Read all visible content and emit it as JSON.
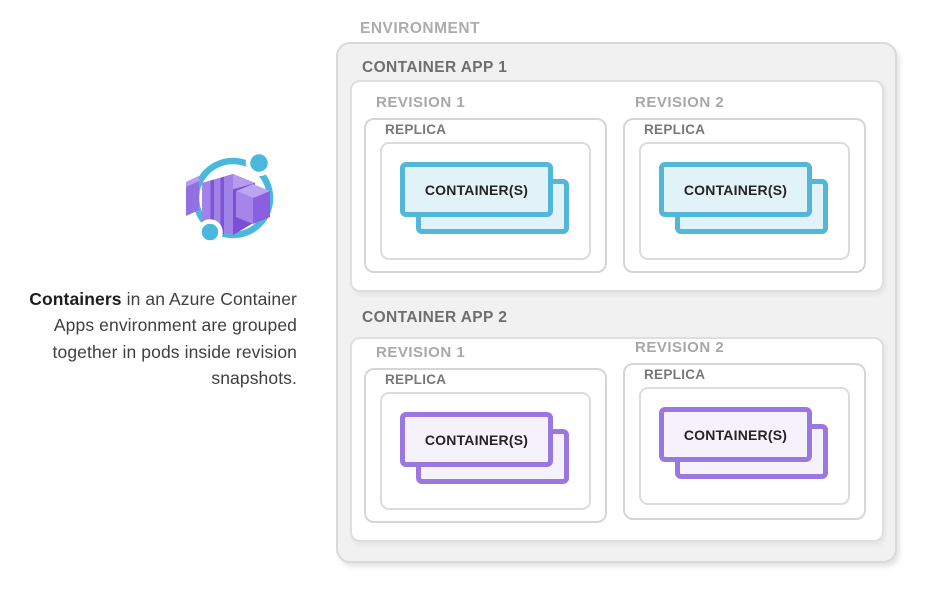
{
  "intro": {
    "icon_name": "azure-container-apps-icon",
    "text_bold": "Containers",
    "text_rest": " in an Azure Container Apps environment are grouped together in pods inside revision snapshots."
  },
  "diagram": {
    "environment_label": "ENVIRONMENT",
    "apps": [
      {
        "label": "CONTAINER APP 1",
        "theme": "teal",
        "revisions": [
          {
            "label": "REVISION 1",
            "replica_label": "REPLICA",
            "containers_label": "CONTAINER(S)"
          },
          {
            "label": "REVISION 2",
            "replica_label": "REPLICA",
            "containers_label": "CONTAINER(S)"
          }
        ]
      },
      {
        "label": "CONTAINER APP 2",
        "theme": "purple",
        "revisions": [
          {
            "label": "REVISION 1",
            "replica_label": "REPLICA",
            "containers_label": "CONTAINER(S)"
          },
          {
            "label": "REVISION 2",
            "replica_label": "REPLICA",
            "containers_label": "CONTAINER(S)"
          }
        ]
      }
    ]
  },
  "colors": {
    "teal_border": "#52b7d9",
    "teal_fill": "#e2f2f9",
    "purple_border": "#9b77e2",
    "purple_fill": "#f5f2fc",
    "environment_fill": "#f1f1f1",
    "environment_border": "#d9d9d9",
    "app_border": "#dfdfdf",
    "revision_border": "#d6d6d6",
    "replica_border": "#dcdcdc",
    "label_gray_light": "#acacac",
    "label_gray_dark": "#6e6e6e",
    "icon_blue": "#49b8dc",
    "icon_purple": "#8a5fe0",
    "text_dark": "#3f3f3f"
  }
}
